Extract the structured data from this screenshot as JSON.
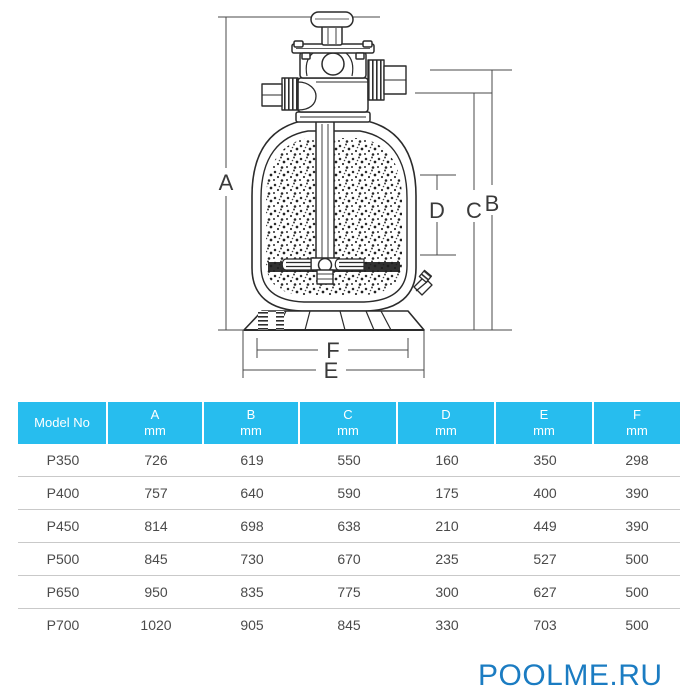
{
  "drawing": {
    "title": "sand-filter-cross-section",
    "dimension_labels": [
      {
        "id": "A",
        "text": "A",
        "meaning": "overall-height"
      },
      {
        "id": "B",
        "text": "B",
        "meaning": "valve-to-base-height"
      },
      {
        "id": "C",
        "text": "C",
        "meaning": "tank-height"
      },
      {
        "id": "D",
        "text": "D",
        "meaning": "sand-bed-depth"
      },
      {
        "id": "E",
        "text": "E",
        "meaning": "overall-base-width"
      },
      {
        "id": "F",
        "text": "F",
        "meaning": "inner-base-width"
      }
    ],
    "line_color": "#333333",
    "dim_line_color": "#4a4a4a"
  },
  "table": {
    "headers": [
      {
        "letter": "Model No",
        "unit": ""
      },
      {
        "letter": "A",
        "unit": "mm"
      },
      {
        "letter": "B",
        "unit": "mm"
      },
      {
        "letter": "C",
        "unit": "mm"
      },
      {
        "letter": "D",
        "unit": "mm"
      },
      {
        "letter": "E",
        "unit": "mm"
      },
      {
        "letter": "F",
        "unit": "mm"
      }
    ],
    "header_bg": "#27bdee",
    "header_text_color": "#ffffff",
    "rows": [
      {
        "model": "P350",
        "a": "726",
        "b": "619",
        "c": "550",
        "d": "160",
        "e": "350",
        "f": "298"
      },
      {
        "model": "P400",
        "a": "757",
        "b": "640",
        "c": "590",
        "d": "175",
        "e": "400",
        "f": "390"
      },
      {
        "model": "P450",
        "a": "814",
        "b": "698",
        "c": "638",
        "d": "210",
        "e": "449",
        "f": "390"
      },
      {
        "model": "P500",
        "a": "845",
        "b": "730",
        "c": "670",
        "d": "235",
        "e": "527",
        "f": "500"
      },
      {
        "model": "P650",
        "a": "950",
        "b": "835",
        "c": "775",
        "d": "300",
        "e": "627",
        "f": "500"
      },
      {
        "model": "P700",
        "a": "1020",
        "b": "905",
        "c": "845",
        "d": "330",
        "e": "703",
        "f": "500"
      }
    ]
  },
  "watermark": {
    "text": "POOLME.RU",
    "color": "#1b7cc2"
  }
}
